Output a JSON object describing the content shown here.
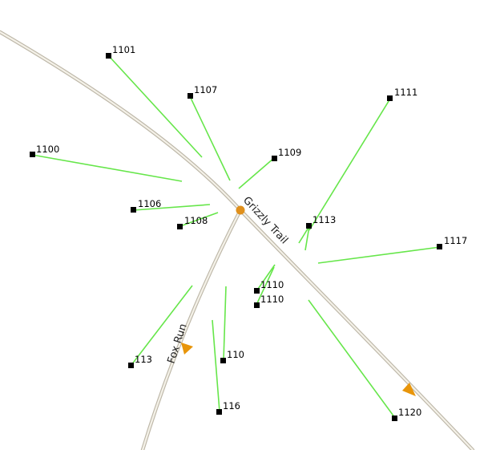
{
  "colors": {
    "connector": "#66e64a",
    "point": "#000000",
    "road_casing": "#bdb7a8",
    "road_fill": "#f4f1e8",
    "marker": "#e8950a"
  },
  "roads": {
    "grizzly_trail": {
      "label": "Grizzly Trail"
    },
    "fox_run": {
      "label": "Fox Run"
    }
  },
  "points": [
    {
      "id": "p1101",
      "label": "1101"
    },
    {
      "id": "p1107",
      "label": "1107"
    },
    {
      "id": "p1100",
      "label": "1100"
    },
    {
      "id": "p1109",
      "label": "1109"
    },
    {
      "id": "p1111",
      "label": "1111"
    },
    {
      "id": "p1106",
      "label": "1106"
    },
    {
      "id": "p1108",
      "label": "1108"
    },
    {
      "id": "p1113",
      "label": "1113"
    },
    {
      "id": "p1117",
      "label": "1117"
    },
    {
      "id": "p1110a",
      "label": "1110"
    },
    {
      "id": "p1110b",
      "label": "1110"
    },
    {
      "id": "p113",
      "label": "113"
    },
    {
      "id": "p110",
      "label": "110"
    },
    {
      "id": "p116",
      "label": "116"
    },
    {
      "id": "p1120",
      "label": "1120"
    }
  ]
}
